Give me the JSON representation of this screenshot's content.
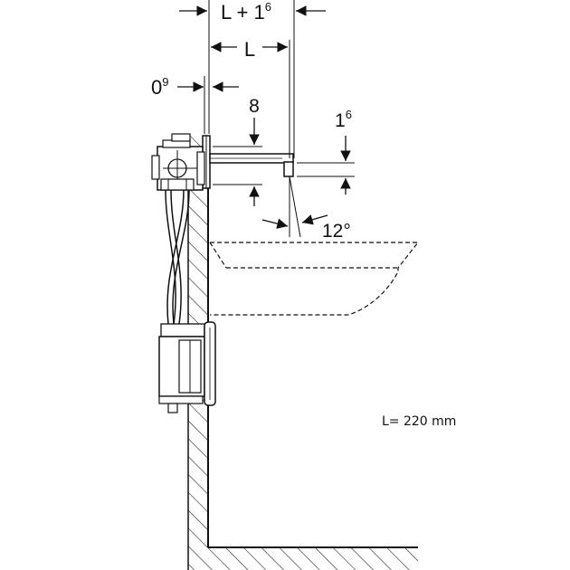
{
  "dimensions": {
    "total_length": {
      "base": "L + 1",
      "exponent": "6"
    },
    "length": "L",
    "wall_offset": {
      "base": "0",
      "exponent": "9"
    },
    "height_spout": "8",
    "spout_thickness": {
      "base": "1",
      "exponent": "6"
    },
    "angle": "12°"
  },
  "note": "L= 220 mm",
  "colors": {
    "line": "#111111",
    "hatch": "#222222",
    "background": "#ffffff"
  }
}
